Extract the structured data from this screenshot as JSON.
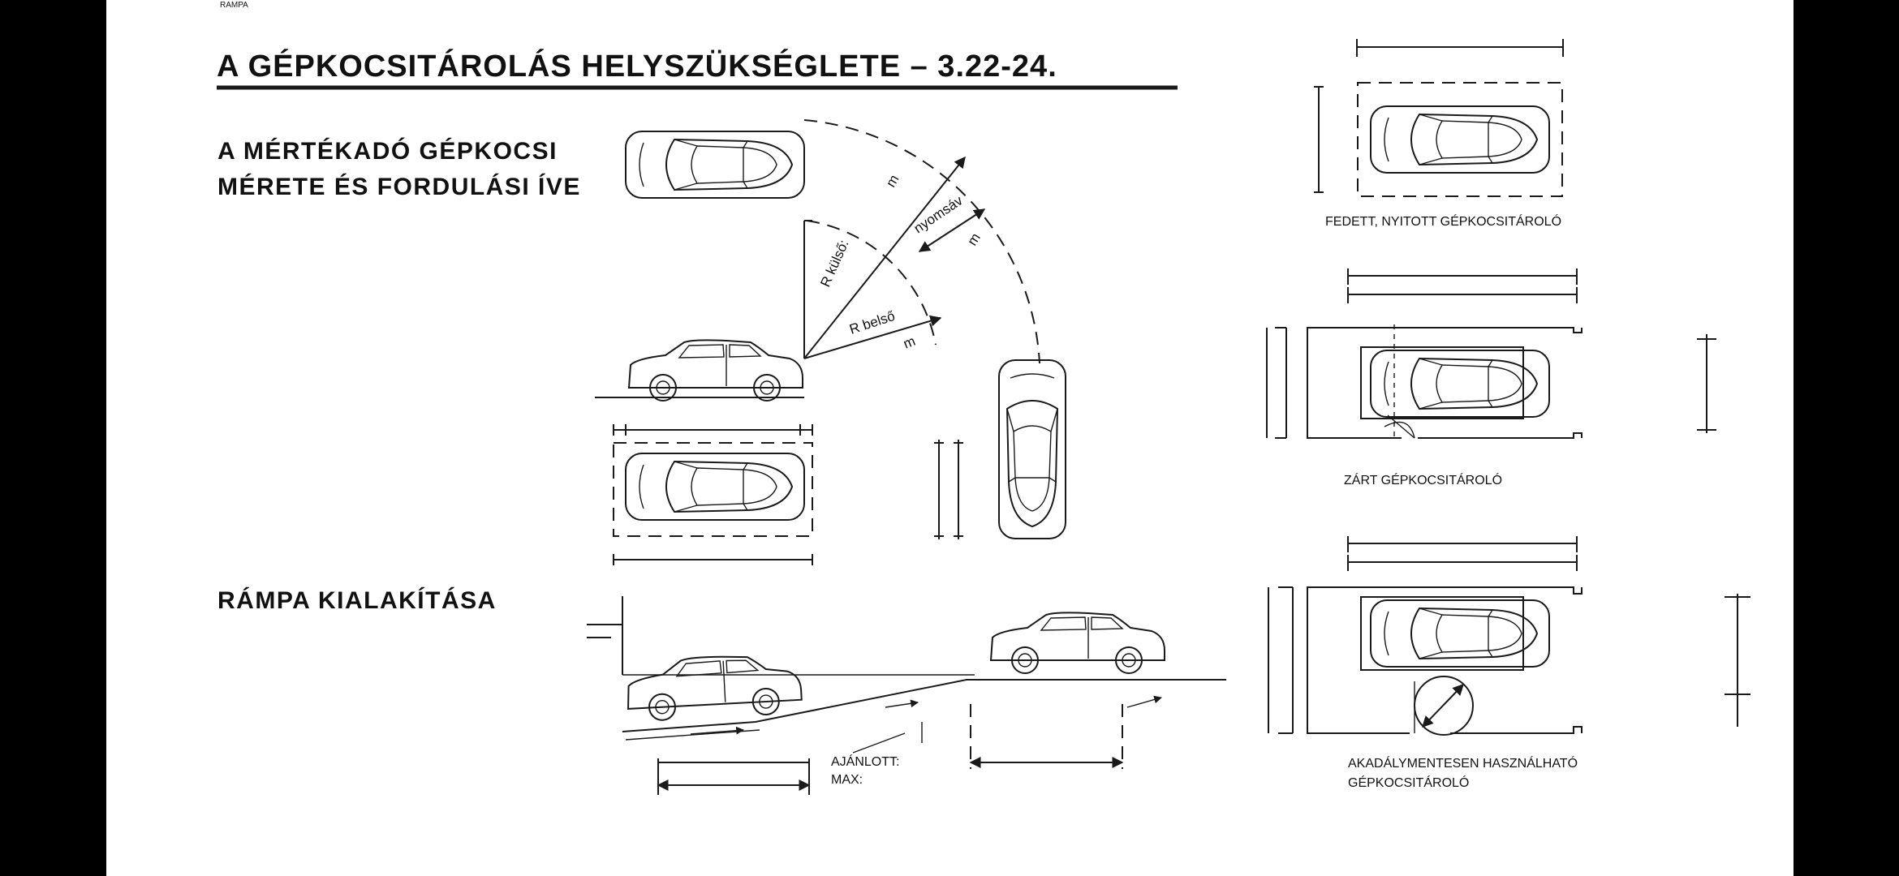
{
  "corner_label": "RAMPA",
  "title": "A GÉPKOCSITÁROLÁS HELYSZÜKSÉGLETE – 3.22-24.",
  "sections": {
    "turning": {
      "line1": "A MÉRTÉKADÓ GÉPKOCSI",
      "line2": "MÉRETE ÉS FORDULÁSI ÍVE"
    },
    "ramp": {
      "heading": "RÁMPA KIALAKÍTÁSA"
    }
  },
  "dimension_labels": {
    "r_kulso": "R külső:",
    "m1": "m",
    "nyomsav": "nyomsáv",
    "m2": "m",
    "r_belso": "R belső",
    "m3": "m",
    "ajanlott": "AJÁNLOTT:",
    "max": "MAX:"
  },
  "captions": {
    "open": "FEDETT, NYITOTT GÉPKOCSITÁROLÓ",
    "closed": "ZÁRT GÉPKOCSITÁROLÓ",
    "accessible_line1": "AKADÁLYMENTESEN HASZNÁLHATÓ",
    "accessible_line2": "GÉPKOCSITÁROLÓ"
  }
}
